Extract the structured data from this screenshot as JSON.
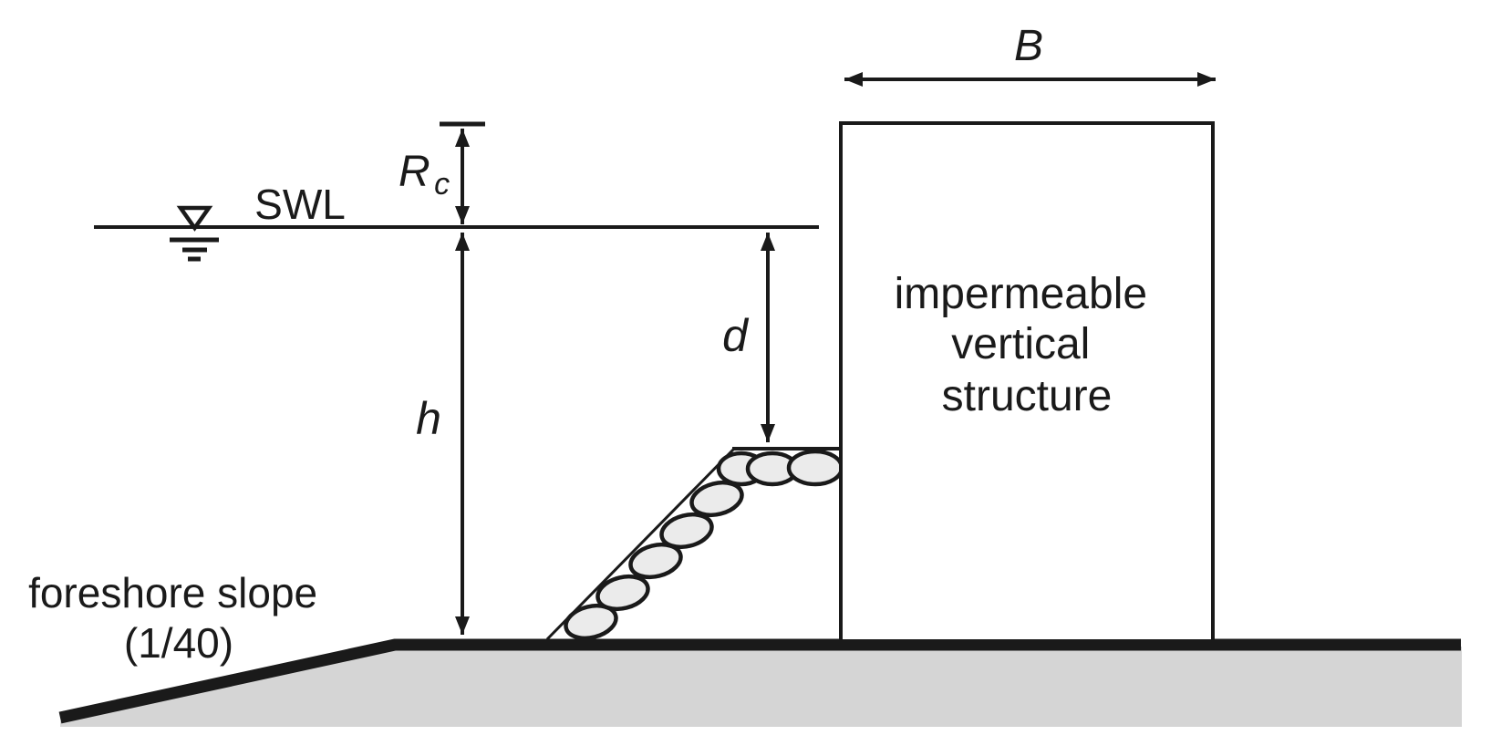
{
  "labels": {
    "crest_width": "B",
    "freeboard_main": "R",
    "freeboard_sub": "c",
    "still_water_level": "SWL",
    "toe_depth": "d",
    "water_depth": "h"
  },
  "structure_text": {
    "line1": "impermeable",
    "line2": "vertical",
    "line3": "structure"
  },
  "foreshore": {
    "line1": "foreshore slope",
    "line2": "(1/40)"
  },
  "colors": {
    "ink": "#1a1a1a",
    "stone_fill": "#ebebeb",
    "seabed_fill": "#d5d5d5",
    "background": "#ffffff"
  }
}
